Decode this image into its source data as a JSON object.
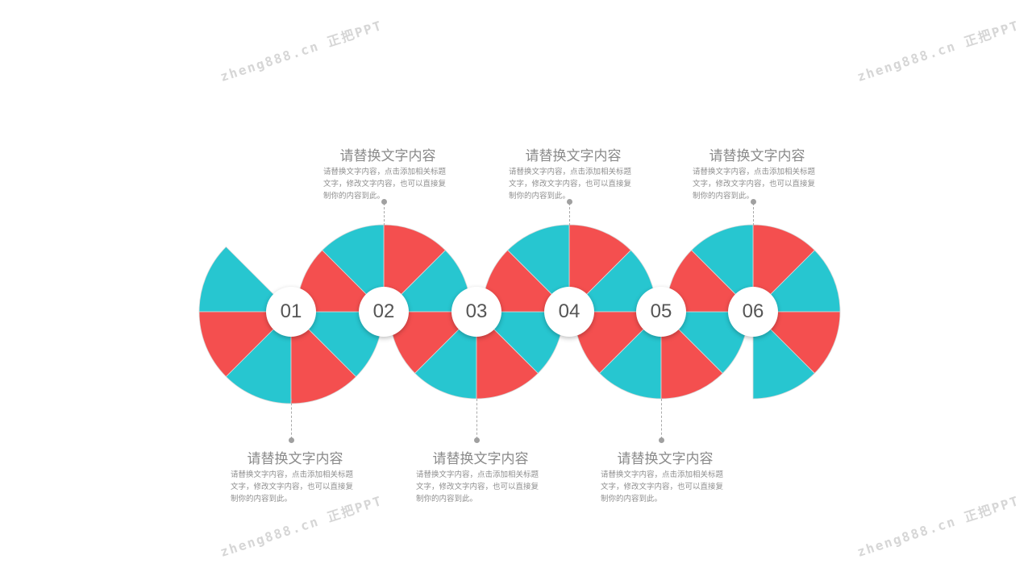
{
  "colors": {
    "teal": "#27c6d0",
    "red": "#f44f4f"
  },
  "steps": [
    {
      "number": "01",
      "title": "请替换文字内容",
      "body": "请替换文字内容，点击添加相关标题文字，修改文字内容，也可以直接复制你的内容到此。"
    },
    {
      "number": "02",
      "title": "请替换文字内容",
      "body": "请替换文字内容，点击添加相关标题文字，修改文字内容，也可以直接复制你的内容到此。"
    },
    {
      "number": "03",
      "title": "请替换文字内容",
      "body": "请替换文字内容，点击添加相关标题文字，修改文字内容，也可以直接复制你的内容到此。"
    },
    {
      "number": "04",
      "title": "请替换文字内容",
      "body": "请替换文字内容，点击添加相关标题文字，修改文字内容，也可以直接复制你的内容到此。"
    },
    {
      "number": "05",
      "title": "请替换文字内容",
      "body": "请替换文字内容，点击添加相关标题文字，修改文字内容，也可以直接复制你的内容到此。"
    },
    {
      "number": "06",
      "title": "请替换文字内容",
      "body": "请替换文字内容，点击添加相关标题文字，修改文字内容，也可以直接复制你的内容到此。"
    }
  ],
  "watermark": "zheng888.cn 正把PPT"
}
